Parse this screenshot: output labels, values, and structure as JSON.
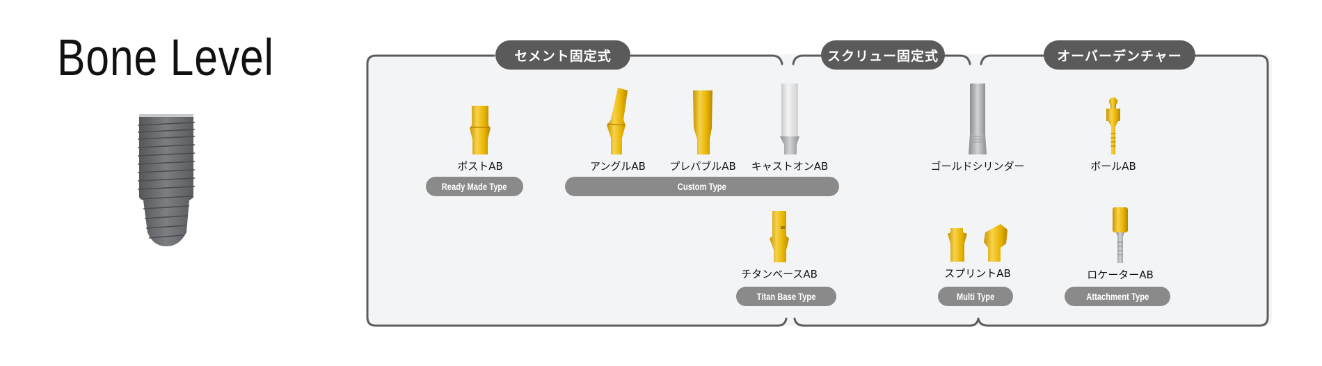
{
  "title": "Bone Level",
  "implant": {
    "icon": "implant-icon",
    "color": "#6f7175"
  },
  "sections": [
    {
      "label": "セメント固定式"
    },
    {
      "label": "スクリュー固定式"
    },
    {
      "label": "オーバーデンチャー"
    }
  ],
  "products": {
    "post": {
      "label": "ポストAB",
      "icon": "post-abutment-icon"
    },
    "angle": {
      "label": "アングルAB",
      "icon": "angle-abutment-icon"
    },
    "preparable": {
      "label": "プレパブルAB",
      "icon": "preparable-abutment-icon"
    },
    "cast_on": {
      "label": "キャストオンAB",
      "icon": "cast-on-abutment-icon"
    },
    "gold_cylinder": {
      "label": "ゴールドシリンダー",
      "icon": "gold-cylinder-icon"
    },
    "ball": {
      "label": "ボールAB",
      "icon": "ball-abutment-icon"
    },
    "titan_base": {
      "label": "チタンベースAB",
      "icon": "titan-base-abutment-icon"
    },
    "splint": {
      "label": "スプリントAB",
      "icon": "splint-abutment-icon"
    },
    "locator": {
      "label": "ロケーターAB",
      "icon": "locator-abutment-icon"
    }
  },
  "types": {
    "ready_made": "Ready Made Type",
    "custom": "Custom Type",
    "titan_base": "Titan Base Type",
    "multi": "Multi Type",
    "attachment": "Attachment Type"
  },
  "colors": {
    "section_pill": "#5a5a5a",
    "type_pill": "#8a8a8a",
    "panel_bg": "#f3f4f6",
    "frame": "#5c5c5c",
    "gold": "#e8b400",
    "silver": "#dcdcdc"
  }
}
